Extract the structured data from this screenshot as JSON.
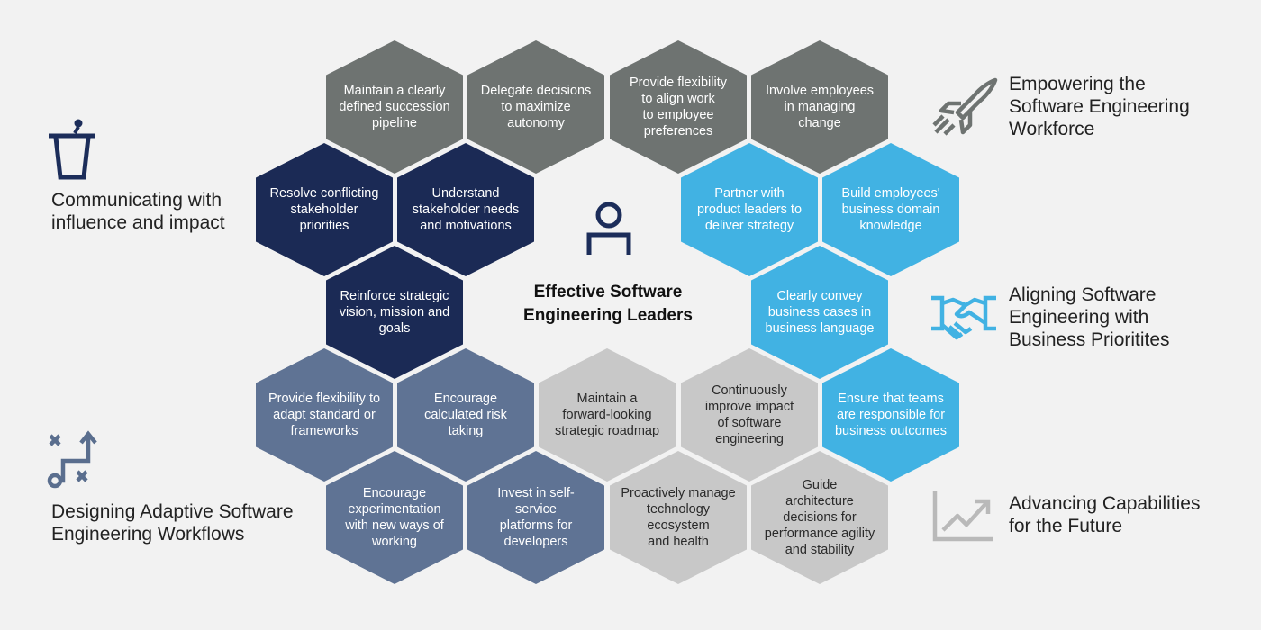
{
  "center": {
    "title": "Effective Software\nEngineering Leaders",
    "icon": "leader-person-icon"
  },
  "colors": {
    "background": "#f2f2f2",
    "gray": "#6e7371",
    "navy": "#1b2a55",
    "sky": "#41b2e3",
    "slate": "#5f7394",
    "light_gray": "#c8c8c8",
    "icon_navy": "#1c2d5a",
    "icon_sky": "#41b2e3",
    "icon_slate": "#5a6e8e",
    "icon_gray": "#6e7371",
    "icon_light": "#b9b9b9"
  },
  "categories": {
    "communicating": {
      "label": "Communicating with\ninfluence and impact",
      "icon": "podium-icon"
    },
    "empowering": {
      "label": "Empowering the\nSoftware Engineering\nWorkforce",
      "icon": "rocket-icon"
    },
    "aligning": {
      "label": "Aligning Software\nEngineering with\nBusiness Prioritites",
      "icon": "handshake-icon"
    },
    "designing": {
      "label": "Designing Adaptive Software\nEngineering Workflows",
      "icon": "strategy-play-icon"
    },
    "advancing": {
      "label": "Advancing Capabilities\nfor the Future",
      "icon": "trend-chart-icon"
    }
  },
  "hexes": [
    {
      "id": "succession",
      "text": "Maintain a clearly\ndefined succession\npipeline",
      "tone": "gray"
    },
    {
      "id": "delegate",
      "text": "Delegate decisions\nto maximize\nautonomy",
      "tone": "gray"
    },
    {
      "id": "flex-align",
      "text": "Provide flexibility\nto align work\nto employee\npreferences",
      "tone": "gray"
    },
    {
      "id": "involve",
      "text": "Involve employees\nin managing\nchange",
      "tone": "gray"
    },
    {
      "id": "resolve",
      "text": "Resolve conflicting\nstakeholder\npriorities",
      "tone": "navy"
    },
    {
      "id": "understand",
      "text": "Understand\nstakeholder needs\nand motivations",
      "tone": "navy"
    },
    {
      "id": "partner",
      "text": "Partner with\nproduct leaders to\ndeliver strategy",
      "tone": "sky"
    },
    {
      "id": "domain",
      "text": "Build employees'\nbusiness domain\nknowledge",
      "tone": "sky"
    },
    {
      "id": "reinforce",
      "text": "Reinforce strategic\nvision, mission and\ngoals",
      "tone": "navy"
    },
    {
      "id": "convey",
      "text": "Clearly convey\nbusiness cases in\nbusiness language",
      "tone": "sky"
    },
    {
      "id": "flex-adapt",
      "text": "Provide flexibility to\nadapt standard or\nframeworks",
      "tone": "slate"
    },
    {
      "id": "risk",
      "text": "Encourage\ncalculated risk\ntaking",
      "tone": "slate"
    },
    {
      "id": "roadmap",
      "text": "Maintain a\nforward-looking\nstrategic roadmap",
      "tone": "light"
    },
    {
      "id": "improve",
      "text": "Continuously\nimprove impact\nof software\nengineering",
      "tone": "light"
    },
    {
      "id": "responsible",
      "text": "Ensure that teams\nare responsible for\nbusiness outcomes",
      "tone": "sky"
    },
    {
      "id": "experiment",
      "text": "Encourage\nexperimentation\nwith new ways of\nworking",
      "tone": "slate"
    },
    {
      "id": "selfservice",
      "text": "Invest in self-service\nplatforms for\ndevelopers",
      "tone": "slate"
    },
    {
      "id": "ecosystem",
      "text": "Proactively manage\ntechnology\necosystem\nand health",
      "tone": "light"
    },
    {
      "id": "architecture",
      "text": "Guide\narchitecture\ndecisions for\nperformance agility\nand stability",
      "tone": "light"
    }
  ]
}
